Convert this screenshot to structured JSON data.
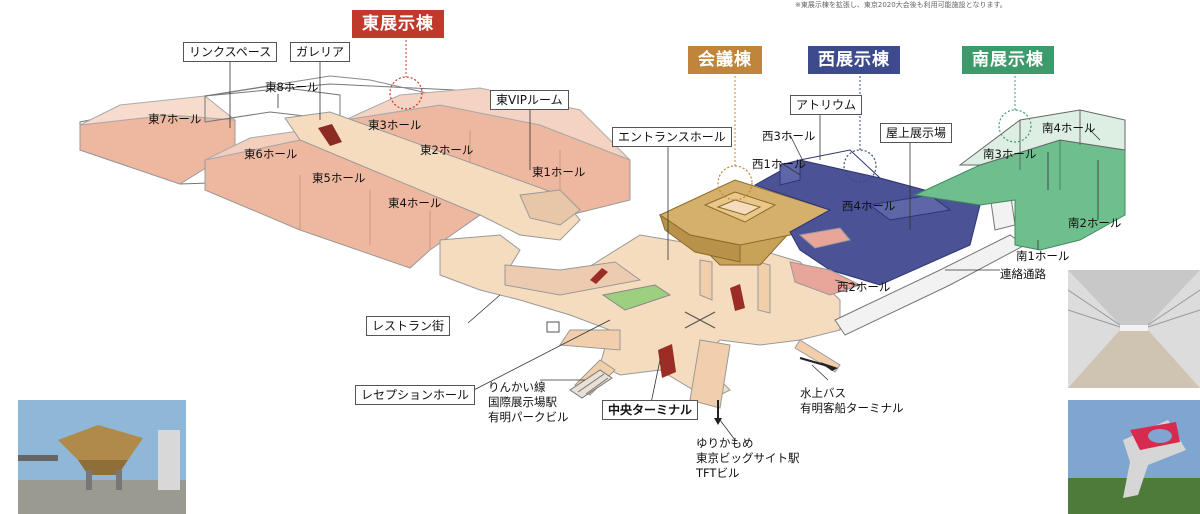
{
  "buildings": {
    "east": {
      "label": "東展示棟",
      "color": "#c0392b"
    },
    "conference": {
      "label": "会議棟",
      "color": "#c0843a"
    },
    "west": {
      "label": "西展示棟",
      "color": "#3d4a8c"
    },
    "south": {
      "label": "南展示棟",
      "color": "#3d9a6a"
    }
  },
  "areas": {
    "link_space": "リンクスペース",
    "galleria": "ガレリア",
    "east_vip": "東VIPルーム",
    "entrance_hall": "エントランスホール",
    "atrium": "アトリウム",
    "rooftop": "屋上展示場",
    "restaurant": "レストラン街",
    "reception": "レセプションホール",
    "central_terminal": "中央ターミナル"
  },
  "halls": {
    "e1": "東1ホール",
    "e2": "東2ホール",
    "e3": "東3ホール",
    "e4": "東4ホール",
    "e5": "東5ホール",
    "e6": "東6ホール",
    "e7": "東7ホール",
    "e8": "東8ホール",
    "w1": "西1ホール",
    "w2": "西2ホール",
    "w3": "西3ホール",
    "w4": "西4ホール",
    "s1": "南1ホール",
    "s2": "南2ホール",
    "s3": "南3ホール",
    "s4": "南4ホール"
  },
  "connection": "連絡通路",
  "transit": {
    "rinkai": [
      "りんかい線",
      "国際展示場駅",
      "有明パークビル"
    ],
    "yurikamome": [
      "ゆりかもめ",
      "東京ビッグサイト駅",
      "TFTビル"
    ],
    "waterbus": [
      "水上バス",
      "有明客船ターミナル"
    ]
  },
  "top_note": "※東展示棟を拡張し、東京2020大会後も利用可能施設となります。",
  "colors": {
    "east_fill": "#eeb8a0",
    "west_fill": "#4b5296",
    "south_fill": "#6fbf8e",
    "concourse": "#f6dcbf",
    "pyramid": "#c7a35a",
    "outline": "#777777"
  }
}
